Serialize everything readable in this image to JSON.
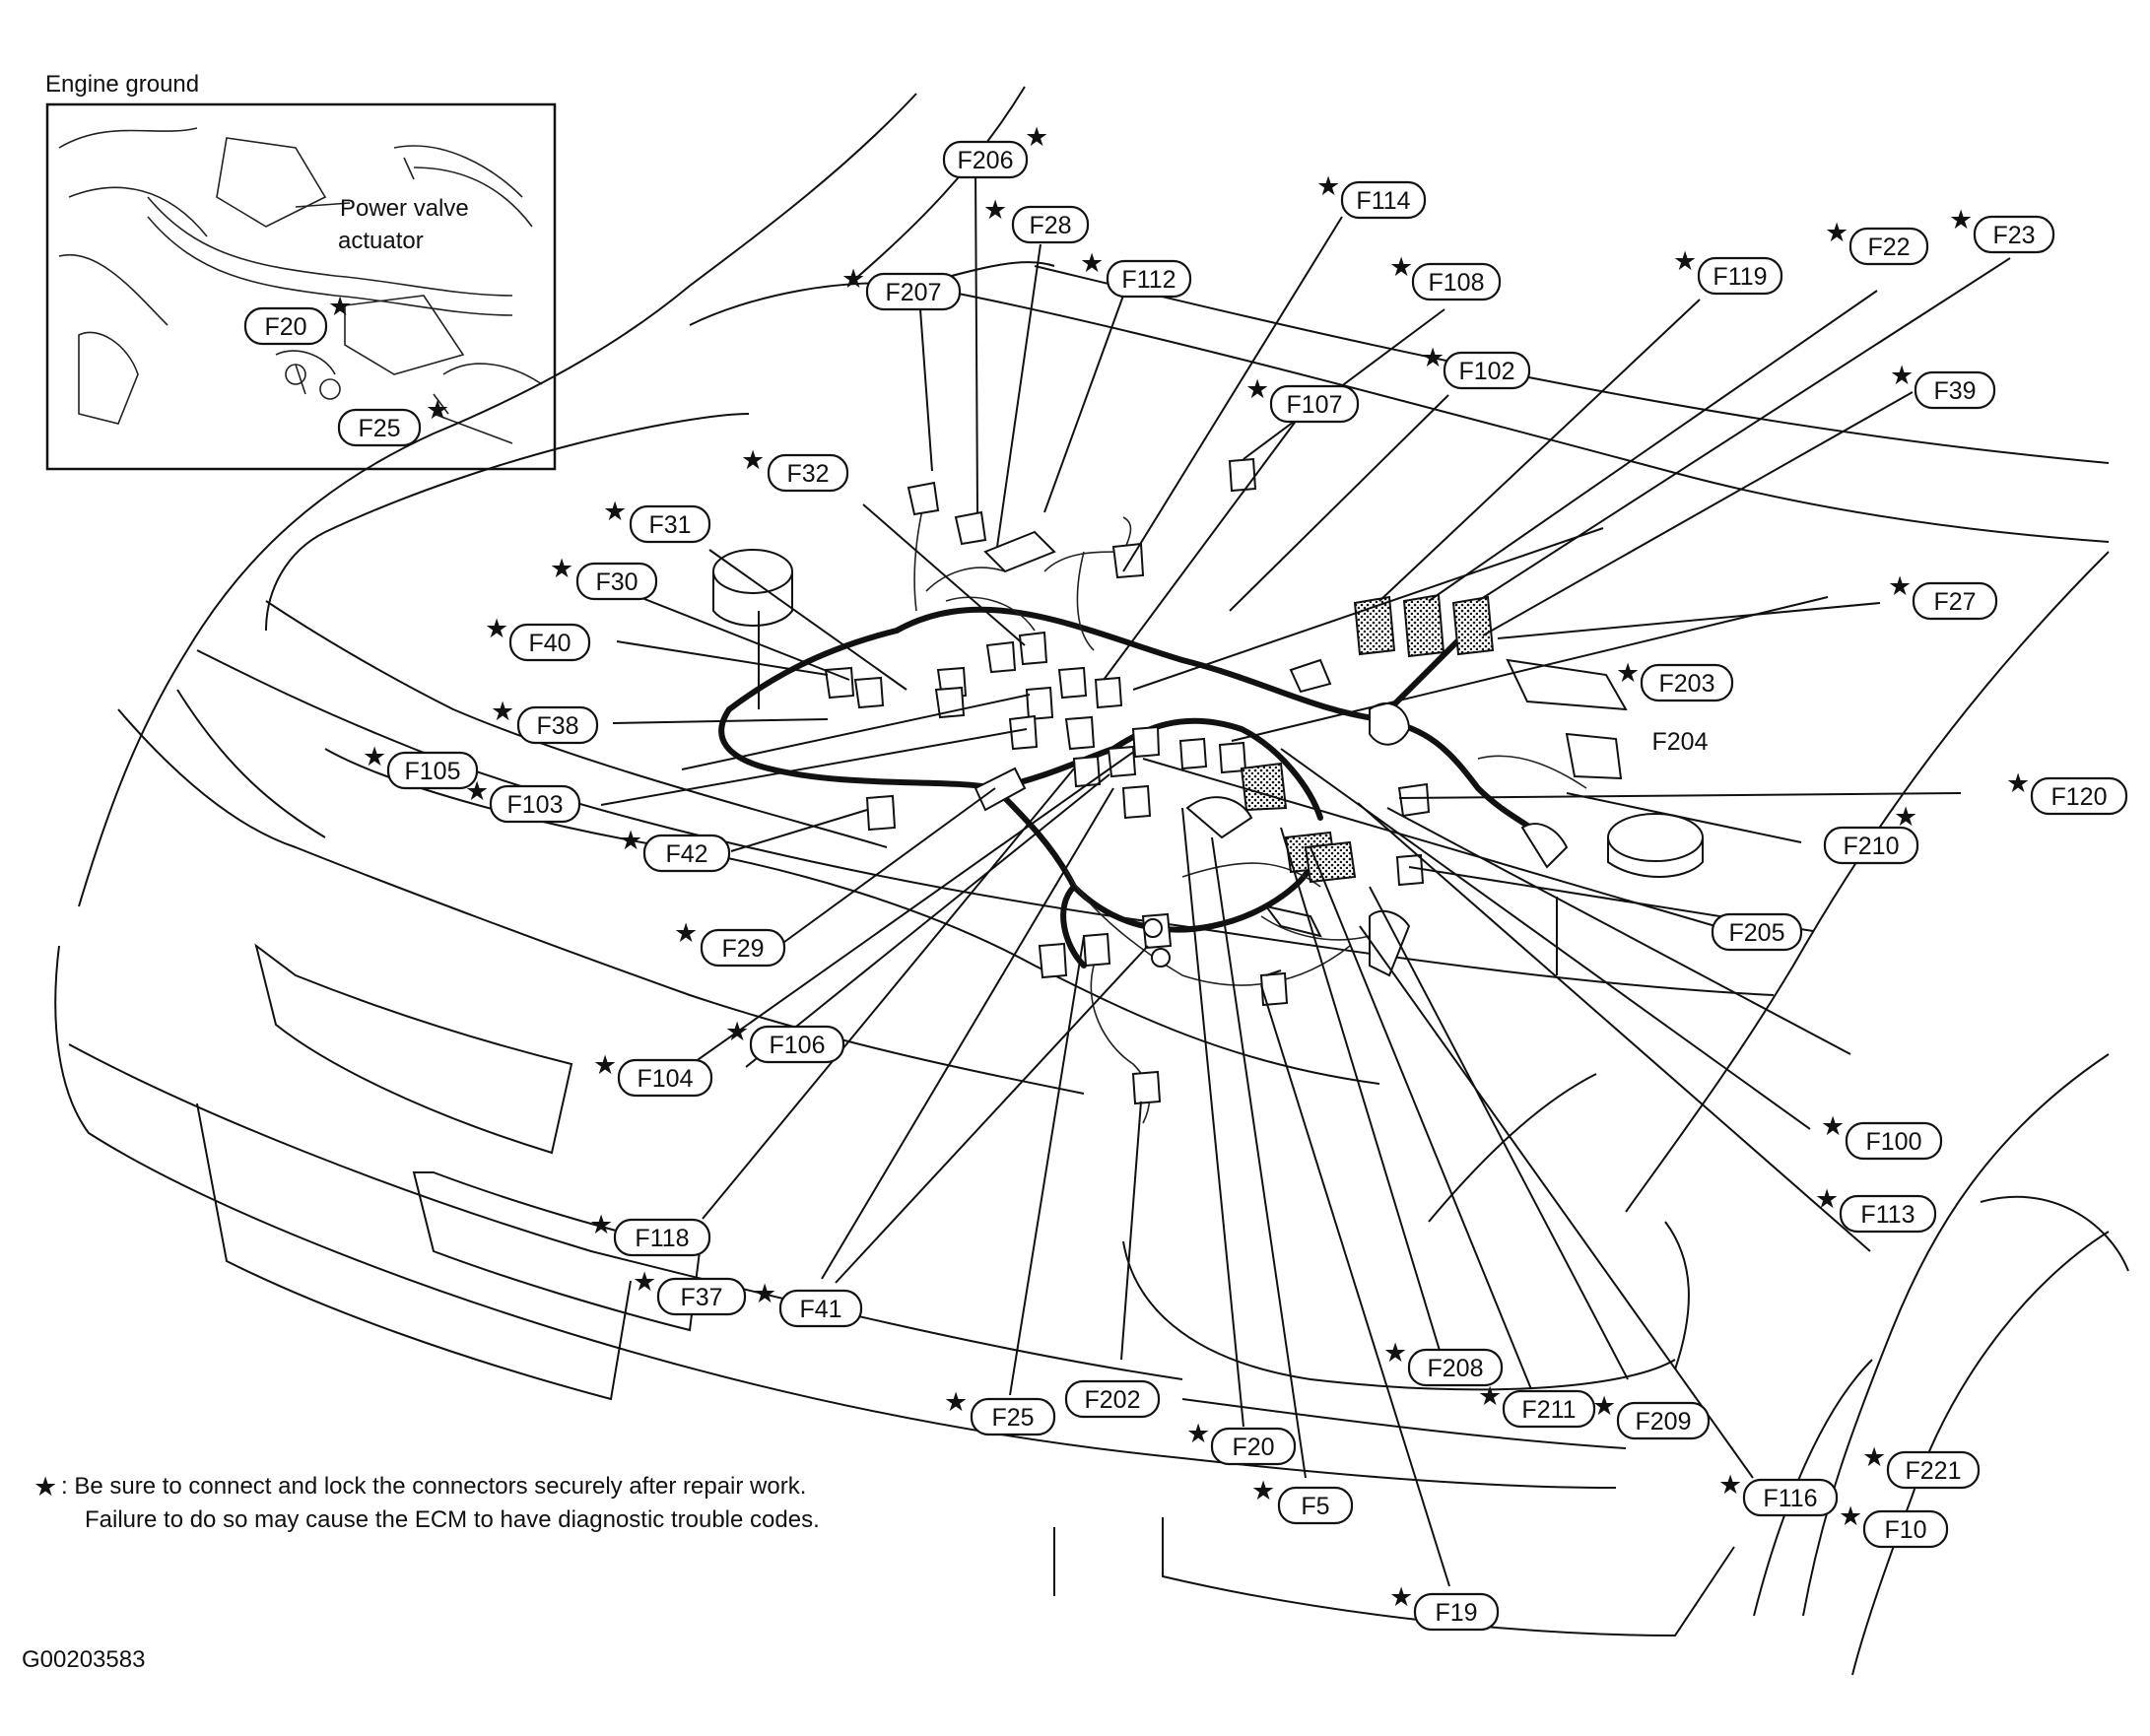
{
  "inset": {
    "title": "Engine ground",
    "annotation_line1": "Power valve",
    "annotation_line2": "actuator",
    "labels": [
      "F20",
      "F25"
    ]
  },
  "connectors": [
    "F206",
    "F28",
    "F114",
    "F112",
    "F207",
    "F108",
    "F119",
    "F22",
    "F23",
    "F102",
    "F107",
    "F39",
    "F32",
    "F31",
    "F30",
    "F40",
    "F38",
    "F105",
    "F103",
    "F42",
    "F29",
    "F27",
    "F203",
    "F204",
    "F120",
    "F210",
    "F205",
    "F106",
    "F104",
    "F100",
    "F113",
    "F118",
    "F37",
    "F41",
    "F202",
    "F25",
    "F20",
    "F5",
    "F208",
    "F211",
    "F209",
    "F116",
    "F221",
    "F10",
    "F19"
  ],
  "footnote": {
    "symbol": "★",
    "line1": ": Be sure to connect and lock the connectors securely after repair work.",
    "line2": "Failure to do so may cause the ECM to have diagnostic trouble codes."
  },
  "figure_id": "G00203583"
}
